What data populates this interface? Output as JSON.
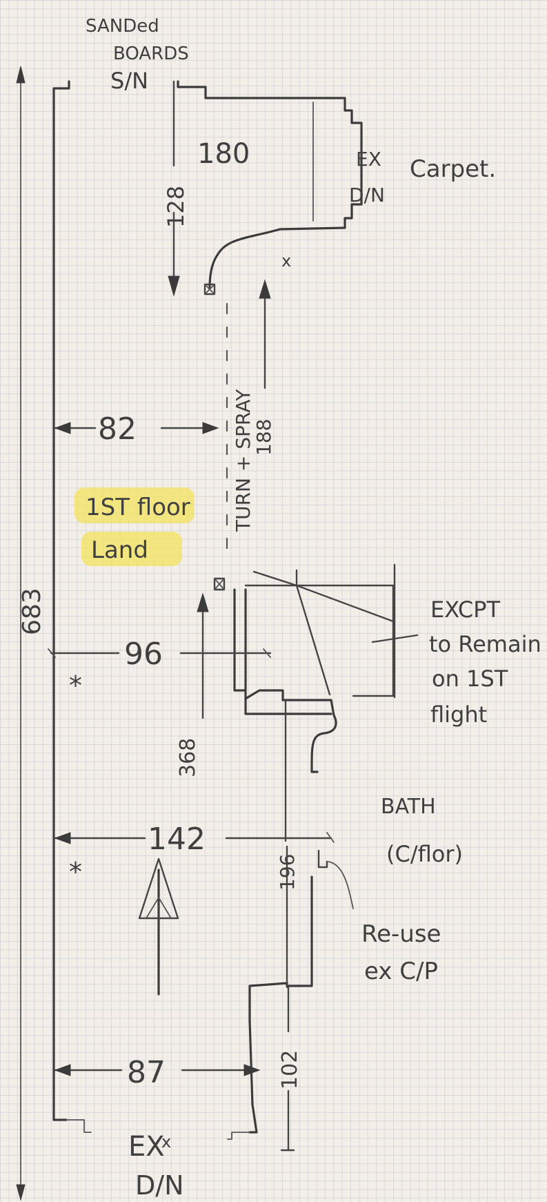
{
  "notes": {
    "sanded_boards": "SANDed",
    "boards": "BOARDS",
    "sn": "S/N",
    "carpet": "Carpet.",
    "ex_top": "EX",
    "dn_top": "D/N",
    "landing_line1": "1ST floor",
    "landing_line2": "Land",
    "turn_spray": "TURN + SPRAY",
    "excpt_line1": "EXCPT",
    "excpt_line2": "to Remain",
    "excpt_line3": "on 1ST",
    "excpt_line4": "flight",
    "bath_line1": "BATH",
    "bath_line2": "(C/flor)",
    "reuse_line1": "Re-use",
    "reuse_line2": "ex C/P",
    "ex_bottom": "EX",
    "dn_bottom": "D/N",
    "x_mark_top": "x",
    "x_mark_bottom": "x",
    "asterisk_1": "*",
    "asterisk_2": "*"
  },
  "dimensions": {
    "d180": "180",
    "d128": "128",
    "d82": "82",
    "d188": "188",
    "d683": "683",
    "d96": "96",
    "d368": "368",
    "d142": "142",
    "d196": "196",
    "d87": "87",
    "d102": "102"
  },
  "colors": {
    "paper": "#f3efe8",
    "ink": "#3b3b3b",
    "highlight": "#f3e35d"
  }
}
